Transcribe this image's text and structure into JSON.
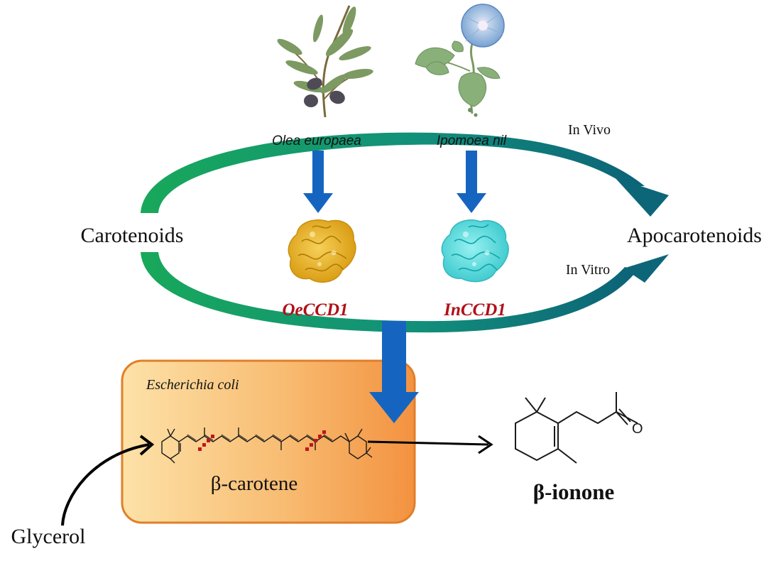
{
  "organisms": {
    "olea": "Olea europaea",
    "ipomoea": "Ipomoea nil"
  },
  "conditions": {
    "in_vivo": "In Vivo",
    "in_vitro": "In Vitro"
  },
  "substrate": "Carotenoids",
  "product": "Apocarotenoids",
  "enzymes": {
    "oe": "OeCCD1",
    "in": "InCCD1"
  },
  "host": "Escherichia coli",
  "intermediate": "β-carotene",
  "final_product": "β-ionone",
  "feedstock": "Glycerol",
  "molecule_labels": {
    "oxygen": "O"
  },
  "colors": {
    "enzyme_label": "#b01018",
    "blue_arrow": "#1565c0",
    "cycle_green": "#1aa55a",
    "cycle_teal": "#0f6e7a",
    "ecoli_box_fill_light": "#fde0a6",
    "ecoli_box_fill_dark": "#f39a4a",
    "ecoli_box_border": "#e0802a",
    "olea_protein": "#e8b425",
    "ipomoea_protein": "#3fd8d8",
    "cleavage_marks": "#c0161e"
  }
}
